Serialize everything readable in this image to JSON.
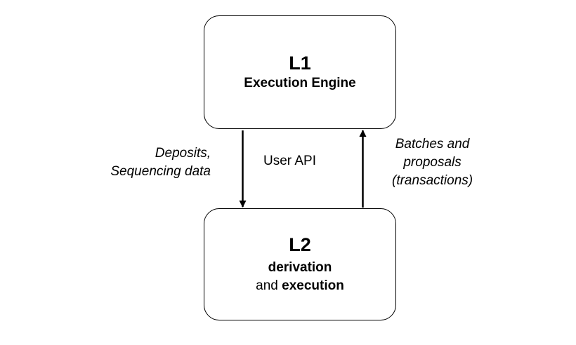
{
  "nodes": {
    "l1": {
      "title": "L1",
      "subtitle": "Execution Engine"
    },
    "l2": {
      "title": "L2",
      "line1": "derivation",
      "line2_prefix": "and ",
      "line2_bold": "execution"
    }
  },
  "edges": {
    "down": {
      "from": "L1",
      "to": "L2",
      "label_lines": [
        "Deposits,",
        "Sequencing data"
      ],
      "center_label": "User API"
    },
    "up": {
      "from": "L2",
      "to": "L1",
      "label_lines": [
        "Batches and",
        "proposals",
        "(transactions)"
      ]
    }
  }
}
